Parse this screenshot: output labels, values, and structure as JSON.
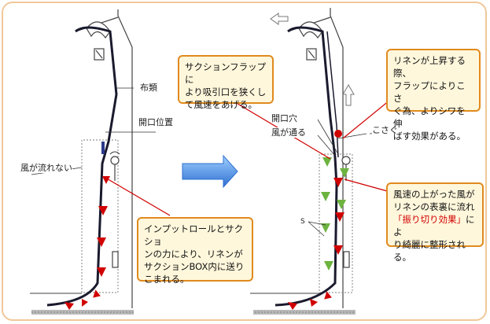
{
  "labels": {
    "fabric": "布類",
    "opening_position": "開口位置",
    "no_airflow": "風が流れない",
    "opening_hole": "開口穴",
    "air_passes": "風が通る",
    "rub": "こさぐ",
    "s": "S"
  },
  "notes": {
    "suction_flap": [
      "サクションフラップに",
      "より吸引口を狭くし",
      "て風速をあげる。"
    ],
    "input_roll": [
      "インプットロールとサクショ",
      "ンの力により、リネンが",
      "サクションBOX内に送り",
      "こまれる。"
    ],
    "rising": [
      "リネンが上昇する際、",
      "フラップによりこさ",
      "ぐ為、よりシワを伸",
      "ばす効果がある。"
    ],
    "wind_speed": {
      "line1": "風速の上がった風が",
      "line2": "リネンの表裏に流れ",
      "line3_red": "「振り切り効果」",
      "line3_rest": "によ",
      "line4": "り綺麗に整形される。"
    }
  },
  "colors": {
    "frame_border": "#f0c89a",
    "note_bg": "#fff7dc",
    "note_border": "#e08a1e",
    "red": "#d10000",
    "green_arrow": "#6cb33f",
    "blue_arrow": "#2f7fd1"
  }
}
